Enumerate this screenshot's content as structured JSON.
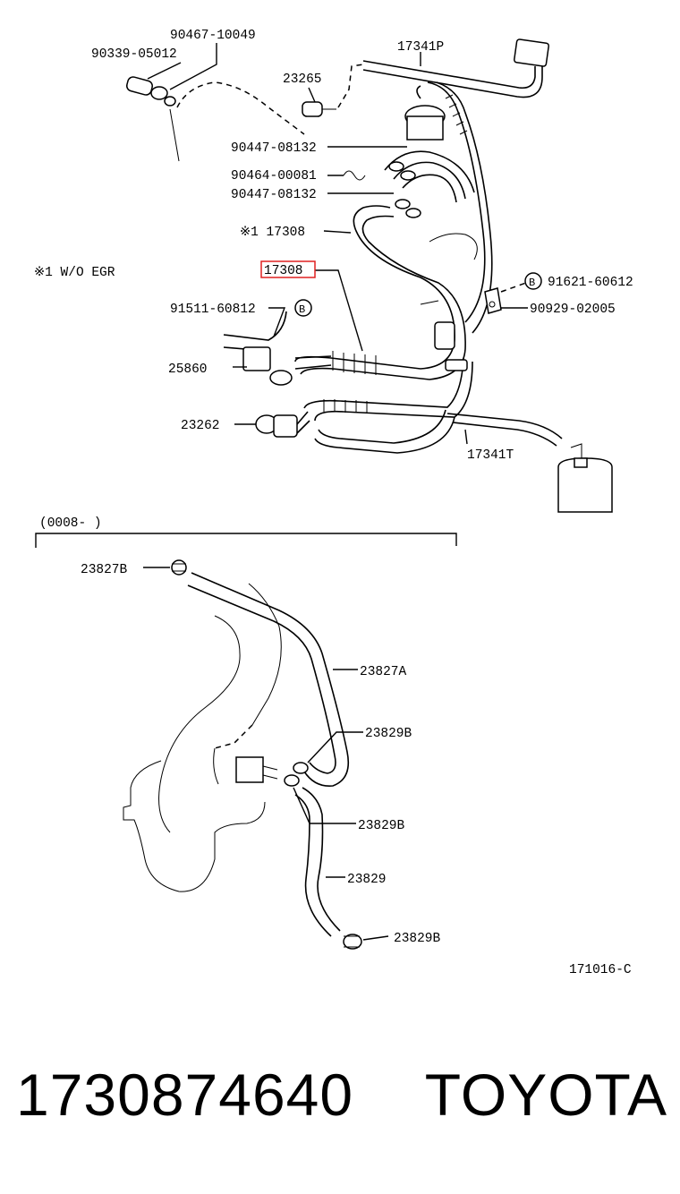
{
  "diagram": {
    "labels": {
      "p90467": "90467-10049",
      "p90339": "90339-05012",
      "p17341P": "17341P",
      "p23265": "23265",
      "p90447a": "90447-08132",
      "p90464": "90464-00081",
      "p90447b": "90447-08132",
      "p17308_note": "※1 17308",
      "note_egr": "※1 W/O EGR",
      "p17308_hl": "17308",
      "p91621": "91621-60612",
      "p90929": "90929-02005",
      "p91511": "91511-60812",
      "p25860": "25860",
      "p23262": "23262",
      "p17341T": "17341T",
      "range": "(0008-      )",
      "p23827B": "23827B",
      "p23827A": "23827A",
      "p23829B_a": "23829B",
      "p23829B_b": "23829B",
      "p23829": "23829",
      "p23829B_c": "23829B",
      "ref": "171016-C"
    },
    "callout_letter": "B",
    "highlight_color": "#e02020"
  },
  "footer": {
    "part_number": "1730874640",
    "brand": "TOYOTA"
  }
}
